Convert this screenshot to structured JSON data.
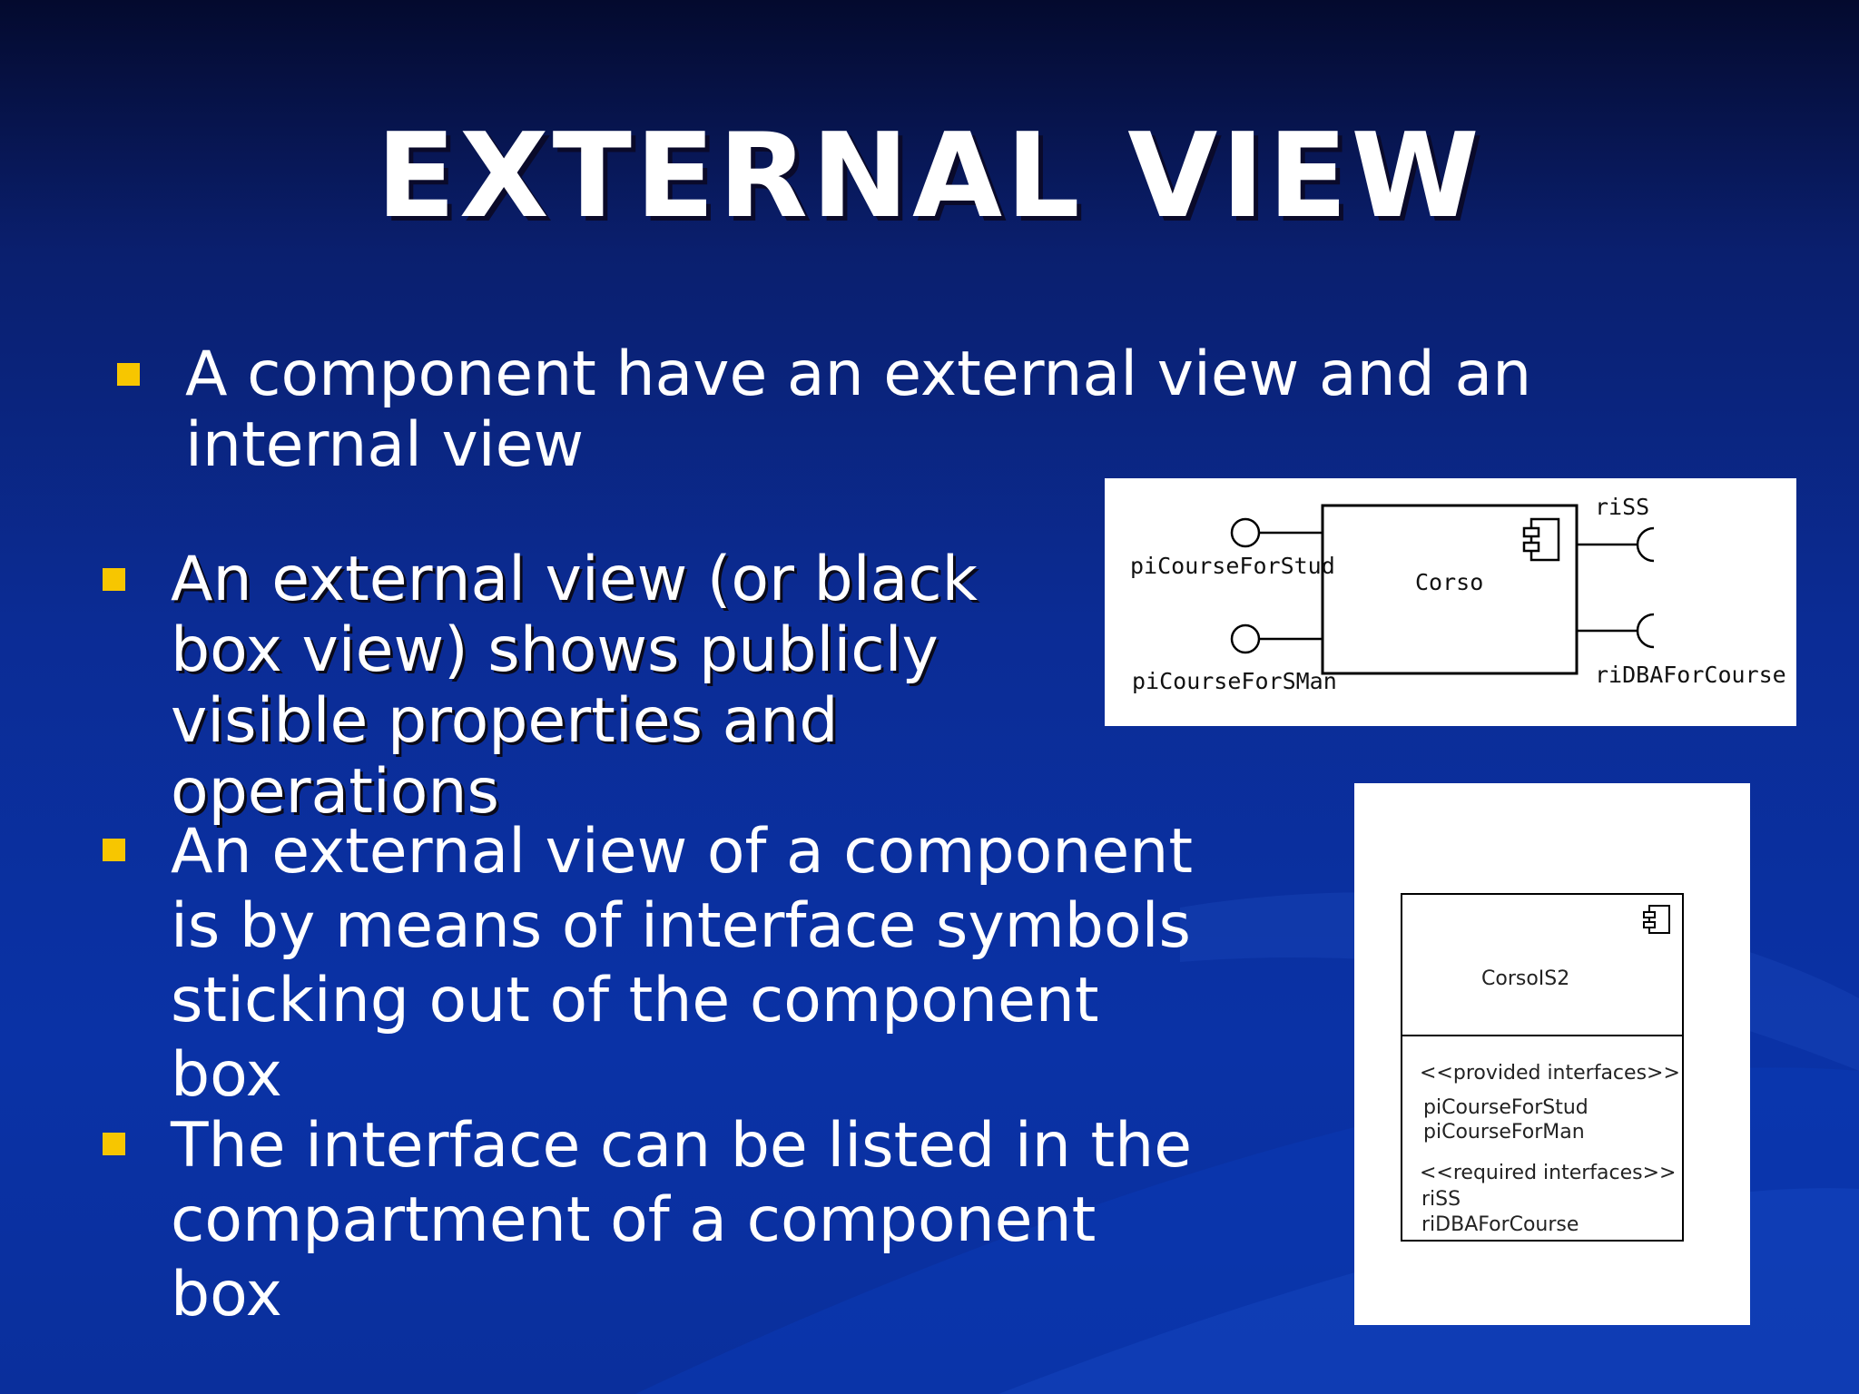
{
  "slide": {
    "title": "EXTERNAL VIEW",
    "bullets": [
      {
        "text": "A component have an external view and an internal view"
      },
      {
        "text": "An external view (or black box view) shows publicly visible properties and operations"
      },
      {
        "text": "An external view of a component is by means of interface symbols sticking out of the component box"
      },
      {
        "text": "The interface can be listed in the compartment of  a component box"
      }
    ]
  },
  "diagram_external": {
    "component_name": "Corso",
    "provided": [
      "piCourseForStud",
      "piCourseForSMan"
    ],
    "required": [
      "riSS",
      "riDBAForCourse"
    ]
  },
  "diagram_compartment": {
    "component_name": "CorsoIS2",
    "provided_header": "<<provided interfaces>>",
    "provided": [
      "piCourseForStud",
      "piCourseForMan"
    ],
    "required_header": "<<required interfaces>>",
    "required": [
      "riSS",
      "riDBAForCourse"
    ]
  },
  "colors": {
    "bullet_marker": "#f7c600",
    "background": "#0a32a6",
    "text": "#ffffff"
  }
}
